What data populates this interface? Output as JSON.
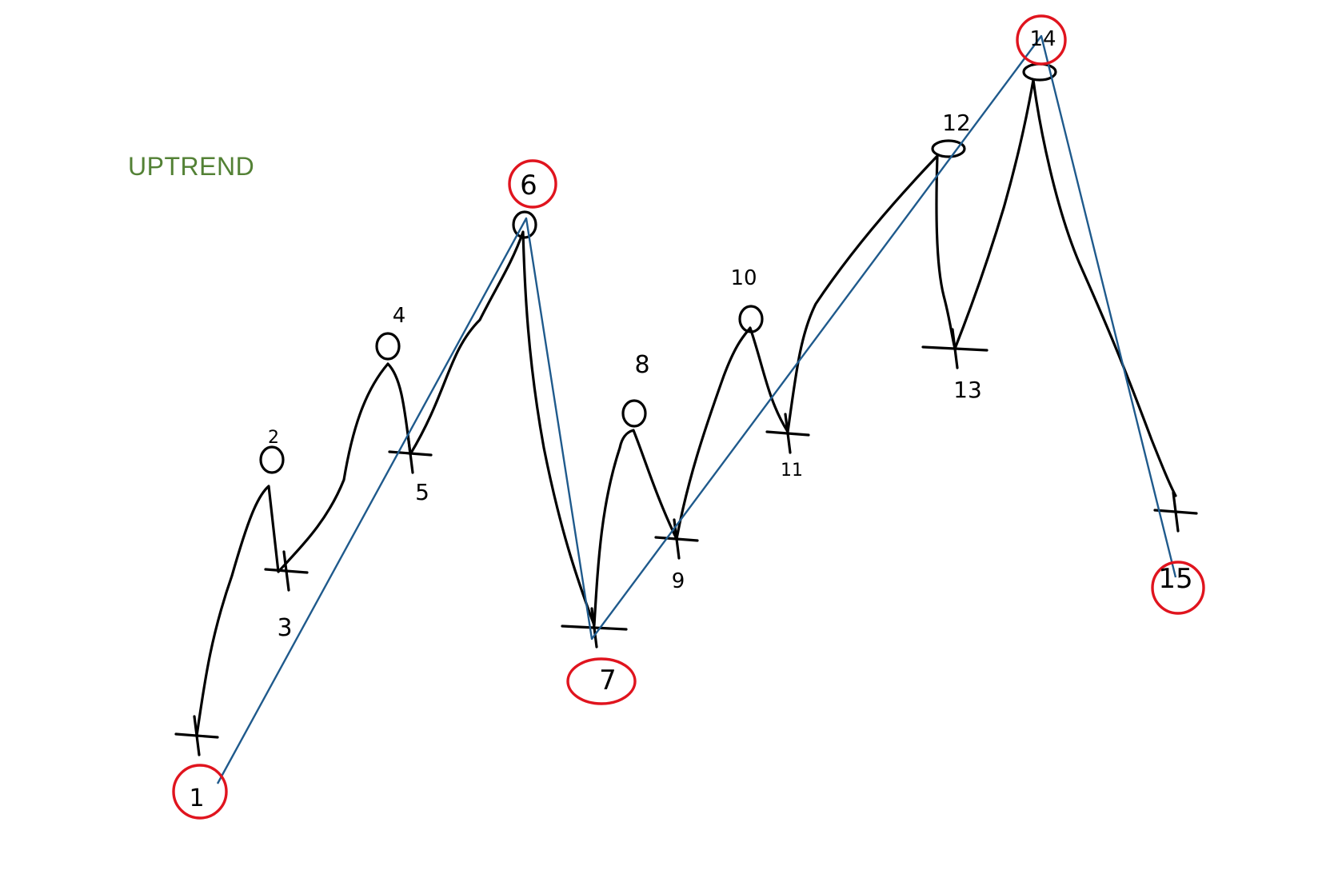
{
  "title": "UPTREND",
  "colors": {
    "title": "#538135",
    "ink": "#000000",
    "trendline": "#1f5a8c",
    "highlight": "#e0141e",
    "background": "#ffffff"
  },
  "points": [
    {
      "label": "1",
      "type": "low",
      "highlighted": true
    },
    {
      "label": "2",
      "type": "high",
      "highlighted": false
    },
    {
      "label": "3",
      "type": "low",
      "highlighted": false
    },
    {
      "label": "4",
      "type": "high",
      "highlighted": false
    },
    {
      "label": "5",
      "type": "low",
      "highlighted": false
    },
    {
      "label": "6",
      "type": "high",
      "highlighted": true
    },
    {
      "label": "7",
      "type": "low",
      "highlighted": true
    },
    {
      "label": "8",
      "type": "high",
      "highlighted": false
    },
    {
      "label": "9",
      "type": "low",
      "highlighted": false
    },
    {
      "label": "10",
      "type": "high",
      "highlighted": false
    },
    {
      "label": "11",
      "type": "low",
      "highlighted": false
    },
    {
      "label": "12",
      "type": "high",
      "highlighted": false
    },
    {
      "label": "13",
      "type": "low",
      "highlighted": false
    },
    {
      "label": "14",
      "type": "high",
      "highlighted": true
    },
    {
      "label": "15",
      "type": "low",
      "highlighted": true
    }
  ],
  "trendline_connects": [
    "1",
    "6",
    "7",
    "14",
    "15"
  ]
}
